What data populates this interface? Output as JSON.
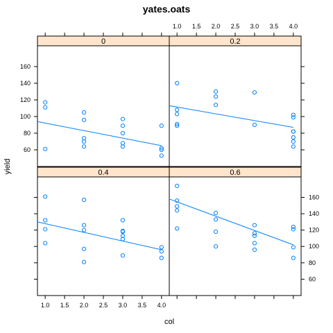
{
  "chart_data": {
    "type": "scatter",
    "title": "yates.oats",
    "xlabel": "col",
    "ylabel": "yield",
    "xlim": [
      0.8,
      4.2
    ],
    "ylim": [
      40,
      185
    ],
    "x_ticks": [
      "1.0",
      "1.5",
      "2.0",
      "2.5",
      "3.0",
      "3.5",
      "4.0"
    ],
    "y_ticks": [
      "60",
      "80",
      "100",
      "120",
      "140",
      "160"
    ],
    "grid": false,
    "layout": "2x2 lattice with regression line per panel",
    "colors": {
      "points": "#0080ff",
      "strip": "#ffe5cc",
      "frame": "#000000"
    },
    "panels": [
      {
        "label": "0",
        "points": [
          [
            1,
            117
          ],
          [
            1,
            111
          ],
          [
            1,
            61
          ],
          [
            2,
            105
          ],
          [
            2,
            96
          ],
          [
            2,
            74
          ],
          [
            2,
            70
          ],
          [
            2,
            64
          ],
          [
            3,
            97
          ],
          [
            3,
            89
          ],
          [
            3,
            80
          ],
          [
            3,
            68
          ],
          [
            3,
            64
          ],
          [
            4,
            89
          ],
          [
            4,
            62
          ],
          [
            4,
            60
          ],
          [
            4,
            53
          ]
        ],
        "line": [
          [
            0.8,
            94
          ],
          [
            4.0,
            65
          ]
        ]
      },
      {
        "label": "0.2",
        "points": [
          [
            1,
            140
          ],
          [
            1,
            108
          ],
          [
            1,
            103
          ],
          [
            1,
            91
          ],
          [
            1,
            89
          ],
          [
            2,
            130
          ],
          [
            2,
            124
          ],
          [
            2,
            114
          ],
          [
            3,
            129
          ],
          [
            3,
            90
          ],
          [
            4,
            102
          ],
          [
            4,
            99
          ],
          [
            4,
            82
          ],
          [
            4,
            82
          ],
          [
            4,
            75
          ],
          [
            4,
            70
          ],
          [
            4,
            64
          ]
        ],
        "line": [
          [
            0.8,
            113
          ],
          [
            4.0,
            87
          ]
        ]
      },
      {
        "label": "0.4",
        "points": [
          [
            1,
            161
          ],
          [
            1,
            132
          ],
          [
            1,
            121
          ],
          [
            1,
            104
          ],
          [
            2,
            157
          ],
          [
            2,
            126
          ],
          [
            2,
            120
          ],
          [
            2,
            97
          ],
          [
            2,
            81
          ],
          [
            3,
            132
          ],
          [
            3,
            119
          ],
          [
            3,
            118
          ],
          [
            3,
            113
          ],
          [
            3,
            109
          ],
          [
            3,
            89
          ],
          [
            4,
            99
          ],
          [
            4,
            94
          ],
          [
            4,
            86
          ]
        ],
        "line": [
          [
            0.8,
            130
          ],
          [
            4.0,
            96
          ]
        ]
      },
      {
        "label": "0.6",
        "points": [
          [
            1,
            174
          ],
          [
            1,
            156
          ],
          [
            1,
            149
          ],
          [
            1,
            144
          ],
          [
            1,
            122
          ],
          [
            2,
            141
          ],
          [
            2,
            133
          ],
          [
            2,
            118
          ],
          [
            2,
            100
          ],
          [
            3,
            126
          ],
          [
            3,
            116
          ],
          [
            3,
            113
          ],
          [
            3,
            104
          ],
          [
            3,
            96
          ],
          [
            4,
            124
          ],
          [
            4,
            121
          ],
          [
            4,
            99
          ],
          [
            4,
            86
          ]
        ],
        "line": [
          [
            0.8,
            158
          ],
          [
            4.0,
            102
          ]
        ]
      }
    ]
  }
}
